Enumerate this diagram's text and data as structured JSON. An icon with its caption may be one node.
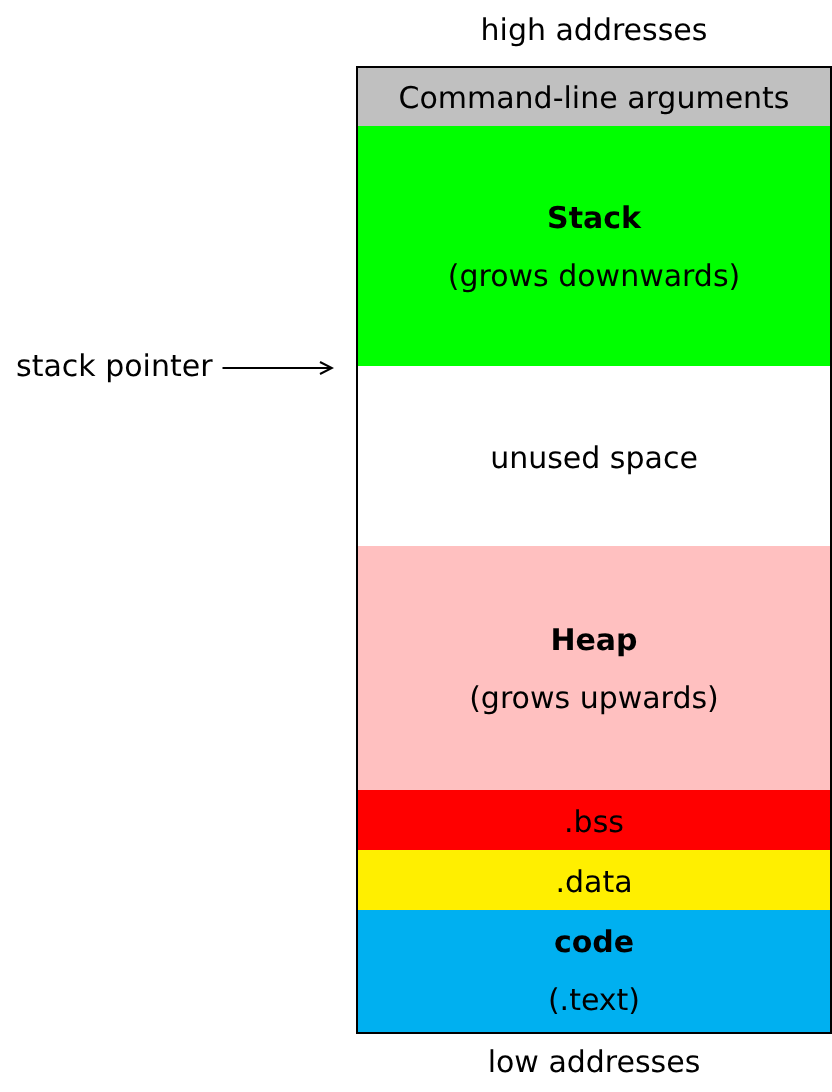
{
  "diagram": {
    "nodes": [
      {
        "text": [
          "Command-line arguments"
        ]
      },
      {
        "text": [
          "Stack",
          "(grows downwards)"
        ]
      },
      {
        "text": [
          "unused space"
        ]
      },
      {
        "text": [
          "Heap",
          "(grows upwards)"
        ]
      },
      {
        "text": [
          ".bss"
        ]
      },
      {
        "text": [
          ".data"
        ]
      },
      {
        "text": [
          "code",
          "(.text)"
        ]
      },
      {
        "text": [
          "stack pointer"
        ]
      }
    ],
    "edges": [
      {
        "from": 7,
        "to": 2,
        "arrow": "to"
      }
    ],
    "labels": [
      "high addresses",
      "low addresses"
    ]
  }
}
